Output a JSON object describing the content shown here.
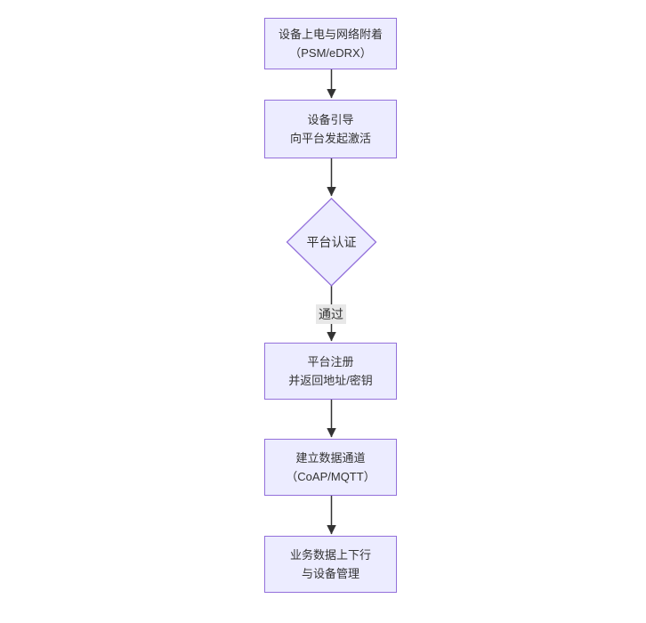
{
  "colors": {
    "canvas_bg": "#ffffff",
    "node_fill": "#ECECFF",
    "node_border": "#9370DB",
    "text_color": "#333333",
    "arrow_color": "#333333",
    "edge_label_bg": "#e8e8e8"
  },
  "diagram": {
    "type": "flowchart-top-down",
    "nodes": [
      {
        "id": "power-on",
        "shape": "rect",
        "label": "设备上电与网络附着\n（PSM/eDRX）"
      },
      {
        "id": "bootstrap",
        "shape": "rect",
        "label": "设备引导\n向平台发起激活"
      },
      {
        "id": "auth",
        "shape": "diamond",
        "label": "平台认证"
      },
      {
        "id": "register",
        "shape": "rect",
        "label": "平台注册\n并返回地址/密钥"
      },
      {
        "id": "channel",
        "shape": "rect",
        "label": "建立数据通道\n（CoAP/MQTT）"
      },
      {
        "id": "business",
        "shape": "rect",
        "label": "业务数据上下行\n与设备管理"
      }
    ],
    "edges": [
      {
        "from": "power-on",
        "to": "bootstrap",
        "label": ""
      },
      {
        "from": "bootstrap",
        "to": "auth",
        "label": ""
      },
      {
        "from": "auth",
        "to": "register",
        "label": "通过"
      },
      {
        "from": "register",
        "to": "channel",
        "label": ""
      },
      {
        "from": "channel",
        "to": "business",
        "label": ""
      }
    ]
  }
}
